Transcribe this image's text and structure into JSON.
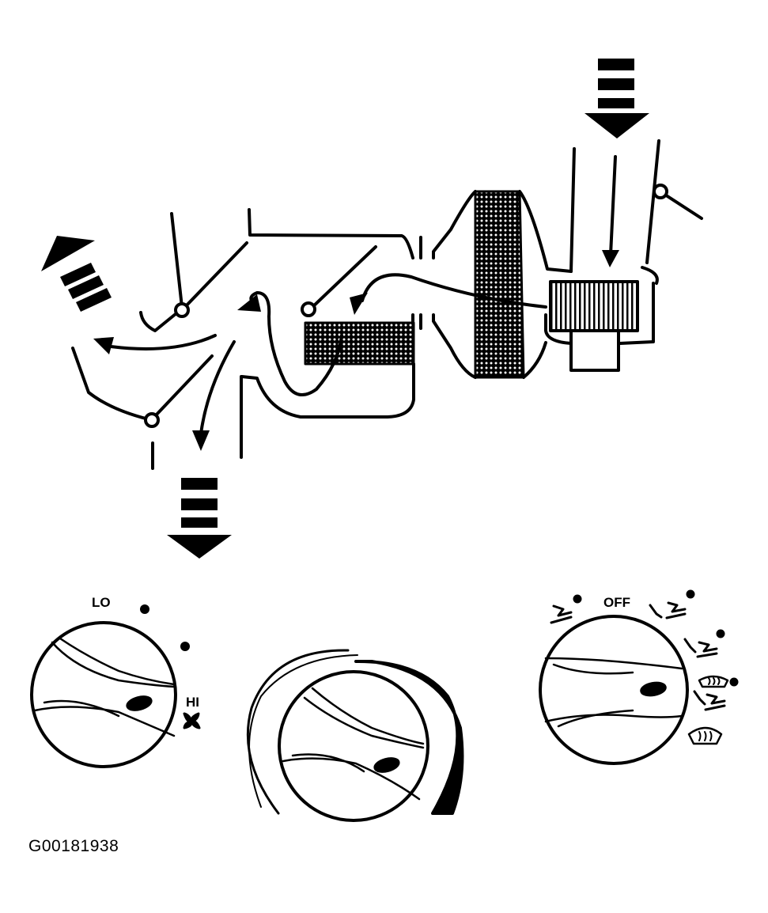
{
  "figure_code": "G00181938",
  "fan_control": {
    "lo_label": "LO",
    "hi_label": "HI"
  },
  "mode_control": {
    "off_label": "OFF"
  },
  "icons": {
    "fan": "fan-icon",
    "vent": "vent-mode-icon",
    "bilevel": "bilevel-mode-icon",
    "floor": "floor-mode-icon",
    "blend": "defrost-floor-mode-icon",
    "defrost": "defrost-mode-icon"
  },
  "colors": {
    "ink": "#000000",
    "paper": "#ffffff"
  }
}
